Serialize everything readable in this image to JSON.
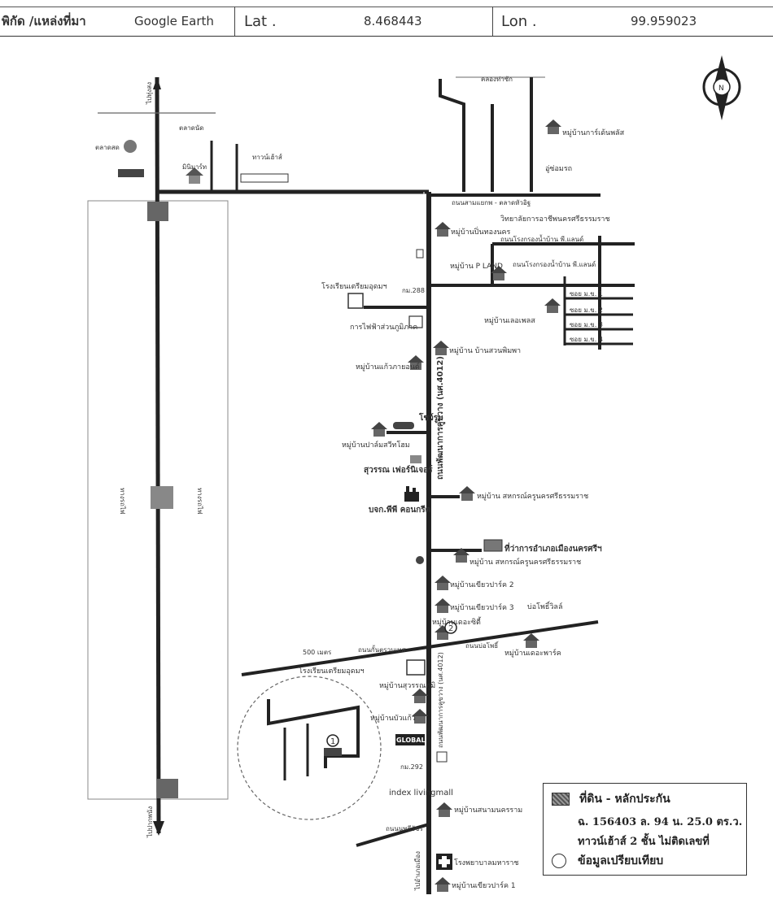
{
  "header": {
    "source_label": "พิกัด /แหล่งที่มา",
    "source_value": "Google Earth",
    "lat_label": "Lat .",
    "lat_value": "8.468443",
    "lon_label": "Lon .",
    "lon_value": "99.959023"
  },
  "compass": {
    "north_label": "N"
  },
  "roads": {
    "main_road": "ถนนพัฒนาการคูขวาง (นศ.4012)",
    "main_road_lower": "ถนนพัฒนาการคูขวาง (นศ.4012)",
    "road_east_top": "ถนนสามแยกพ - ตลาดหัวอิฐ",
    "road_east_2": "ถนนโรงกรองน้ำบ้าน พี.แลนด์",
    "road_east_3": "ถนนโรงกรองน้ำบ้าน พี.แลนด์",
    "km_288": "กม.288",
    "km_292": "กม.292",
    "road_mid": "ถนนกั้นตรวนเทศ",
    "road_right_mid": "ถนนบ่อโพธิ์",
    "road_bottom": "ถนนนพธีวัชร",
    "road_soi1": "ซอย ม.ข. 1",
    "road_soi2": "ซอย ม.ข. 2",
    "road_soi3": "ซอย ม.ข. 3",
    "road_soi4": "ซอย ม.ข. 4",
    "dist_500": "500 เมตร"
  },
  "places": {
    "village_pretty": "หมู่บ้านการ์เด้นพลัส",
    "village_pinthong": "หมู่บ้านปิ่นทองนคร",
    "village_pland": "หมู่บ้าน P LAND",
    "village_baan": "หมู่บ้าน บ้านสวนพิมพา",
    "village_kaew": "หมู่บ้านแก้วภายอนด์",
    "village_palm": "หมู่บ้านปาล์มสวีทโฮม",
    "village_lanna": "หมู่บ้านเลอเพลส",
    "village_sahakorn": "หมู่บ้าน สหกรณ์ครูนครศรีธรรมราช",
    "village_green2": "หมู่บ้านเขียวปาร์ค 2",
    "village_green3": "หมู่บ้านเขียวปาร์ค 3",
    "village_city": "หมู่บ้านเดอะซิตี้",
    "village_park": "หมู่บ้านเดอะพาร์ค",
    "village_suwan": "หมู่บ้านสุวรรณภูมิ",
    "village_bua": "หมู่บ้านบัวแก้ว",
    "village_sanam": "หมู่บ้านสนามนครราม",
    "village_green1": "หมู่บ้านเขียวปาร์ค 1",
    "showroom": "โชว์รูม",
    "suwan_furniture": "สุวรรณ เฟอร์นิเจอร์",
    "factory": "บจก.พีพี คอนกรีต",
    "office": "ที่ว่าการอำเภอเมืองนครศรีฯ",
    "school": "โรงเรียนเตรียมอุดมฯ",
    "electric": "การไฟฟ้าส่วนภูมิภาค",
    "temple_gas": "อู่ซ่อมรถ",
    "hospital": "โรงพยาบาลมหาราช",
    "bophot": "บ่อโพธิ์วิลล์",
    "market_left": "ตลาดสด",
    "minimart": "มินิมาร์ท",
    "townhouse": "ทาวน์เฮ้าส์",
    "university": "วิทยาลัยการอาชีพนครศรีธรรมราช",
    "mixed_left": "ตลาดนัด",
    "global": "GLOBAL",
    "index_living": "index livingmall",
    "rail_left": "ทางรถไฟ",
    "rail_right": "ทางรถไฟ",
    "canal_top": "คลองท่าซัก",
    "road_to_top": "ไปทุ่งสง",
    "road_to_bottom": "ไปปากพนัง",
    "main_road_bottom": "ไปอำเภอเมือง"
  },
  "markers": {
    "subject": "1",
    "compare": "2"
  },
  "legend": {
    "title": "ที่ดิน - หลักประกัน",
    "line1": "ฉ. 156403  ล. 94 น. 25.0 ตร.ว.",
    "line2": "ทาวน์เฮ้าส์ 2 ชั้น ไม่ติดเลขที่",
    "line3": "ข้อมูลเปรียบเทียบ"
  }
}
